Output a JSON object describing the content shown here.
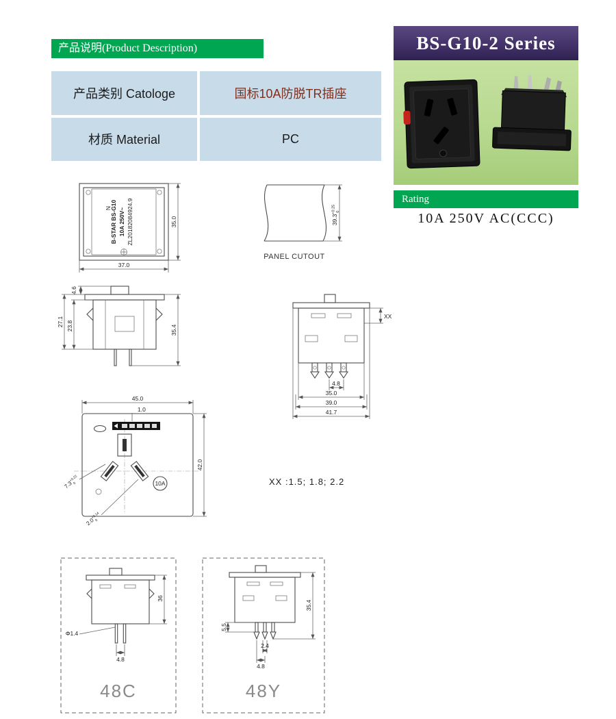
{
  "header": {
    "title": "产品说明(Product Description)"
  },
  "spec_table": {
    "rows": [
      {
        "label": "产品类别 Catologe",
        "value": "国标10A防脱TR插座"
      },
      {
        "label": "材质 Material",
        "value": "PC"
      }
    ]
  },
  "product": {
    "series_title": "BS-G10-2 Series",
    "rating_label": "Rating",
    "rating_value": "10A 250V AC(CCC)"
  },
  "colors": {
    "accent_green": "#00A651",
    "table_cell_blue": "#C8DBE9",
    "table_value_red": "#7E2F1E",
    "banner_purple": "#44336A",
    "photo_bg_green": "#B6D88E"
  },
  "drawings": {
    "front_view": {
      "brand_line": "B-STAR BS-G10",
      "rating_line": "10A 250V~",
      "patent_line": "ZL20182084924.9",
      "neutral_mark": "N",
      "dim_height": "35.0",
      "dim_width": "37.0"
    },
    "panel_cutout": {
      "caption": "PANEL CUTOUT",
      "dim_height": "39.3",
      "tol_upper": "+0.25",
      "tol_lower": "0"
    },
    "side_view": {
      "dim_bump": "4.6",
      "dim_body_a": "27.1",
      "dim_body_b": "23.8",
      "dim_total": "35.4"
    },
    "mount_view": {
      "dim_panel": "XX",
      "dim_pin_pitch": "4.8",
      "dim_body_w": "35.0",
      "dim_hole_w": "39.0",
      "dim_flange_w": "41.7"
    },
    "face_view": {
      "dim_width": "45.0",
      "dim_label_offset": "1.0",
      "dim_height": "42.0",
      "dim_slot_l": "7.3",
      "dim_slot_l_tol_up": "+0.22",
      "dim_slot_l_tol_dn": "0",
      "dim_slot_n": "2.0",
      "dim_slot_n_tol_up": "+0.14",
      "dim_slot_n_tol_dn": "0",
      "rating_mark": "10A"
    },
    "panel_note": "XX :1.5; 1.8; 2.2",
    "variant_48c": {
      "label": "48C",
      "dim_height": "36",
      "dim_pin_dia": "Φ1.4",
      "dim_pin_pitch": "4.8"
    },
    "variant_48y": {
      "label": "48Y",
      "dim_height": "35.4",
      "dim_pin_len": "5.5",
      "dim_pitch_a": "2.4",
      "dim_pitch_b": "4.8"
    }
  }
}
